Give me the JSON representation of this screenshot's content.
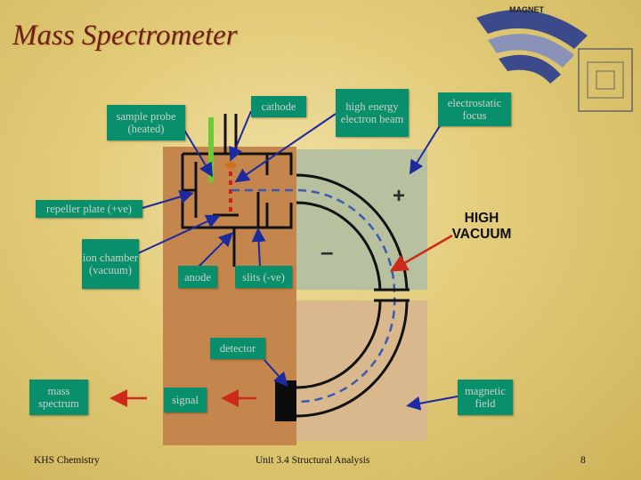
{
  "title": "Mass Spectrometer",
  "logo_text": "MAGNET",
  "labels": {
    "sample_probe": "sample probe (heated)",
    "cathode": "cathode",
    "electron_beam": "high energy electron beam",
    "electrostatic_focus": "electrostatic focus",
    "repeller_plate": "repeller plate (+ve)",
    "ion_chamber": "ion chamber (vacuum)",
    "anode": "anode",
    "slits": "slits (-ve)",
    "detector": "detector",
    "mass_spectrum": "mass spectrum",
    "signal": "signal",
    "magnetic_field": "magnetic field"
  },
  "high_vacuum": "HIGH VACUUM",
  "plus_sign": "+",
  "minus_sign": "–",
  "footer": {
    "left": "KHS Chemistry",
    "center": "Unit 3.4 Structural Analysis",
    "page": "8"
  },
  "colors": {
    "label_bg": "#0a8f6c",
    "title": "#6e1f1a",
    "arrow_blue": "#1c2aa0",
    "arrow_red": "#cc2a1a"
  }
}
